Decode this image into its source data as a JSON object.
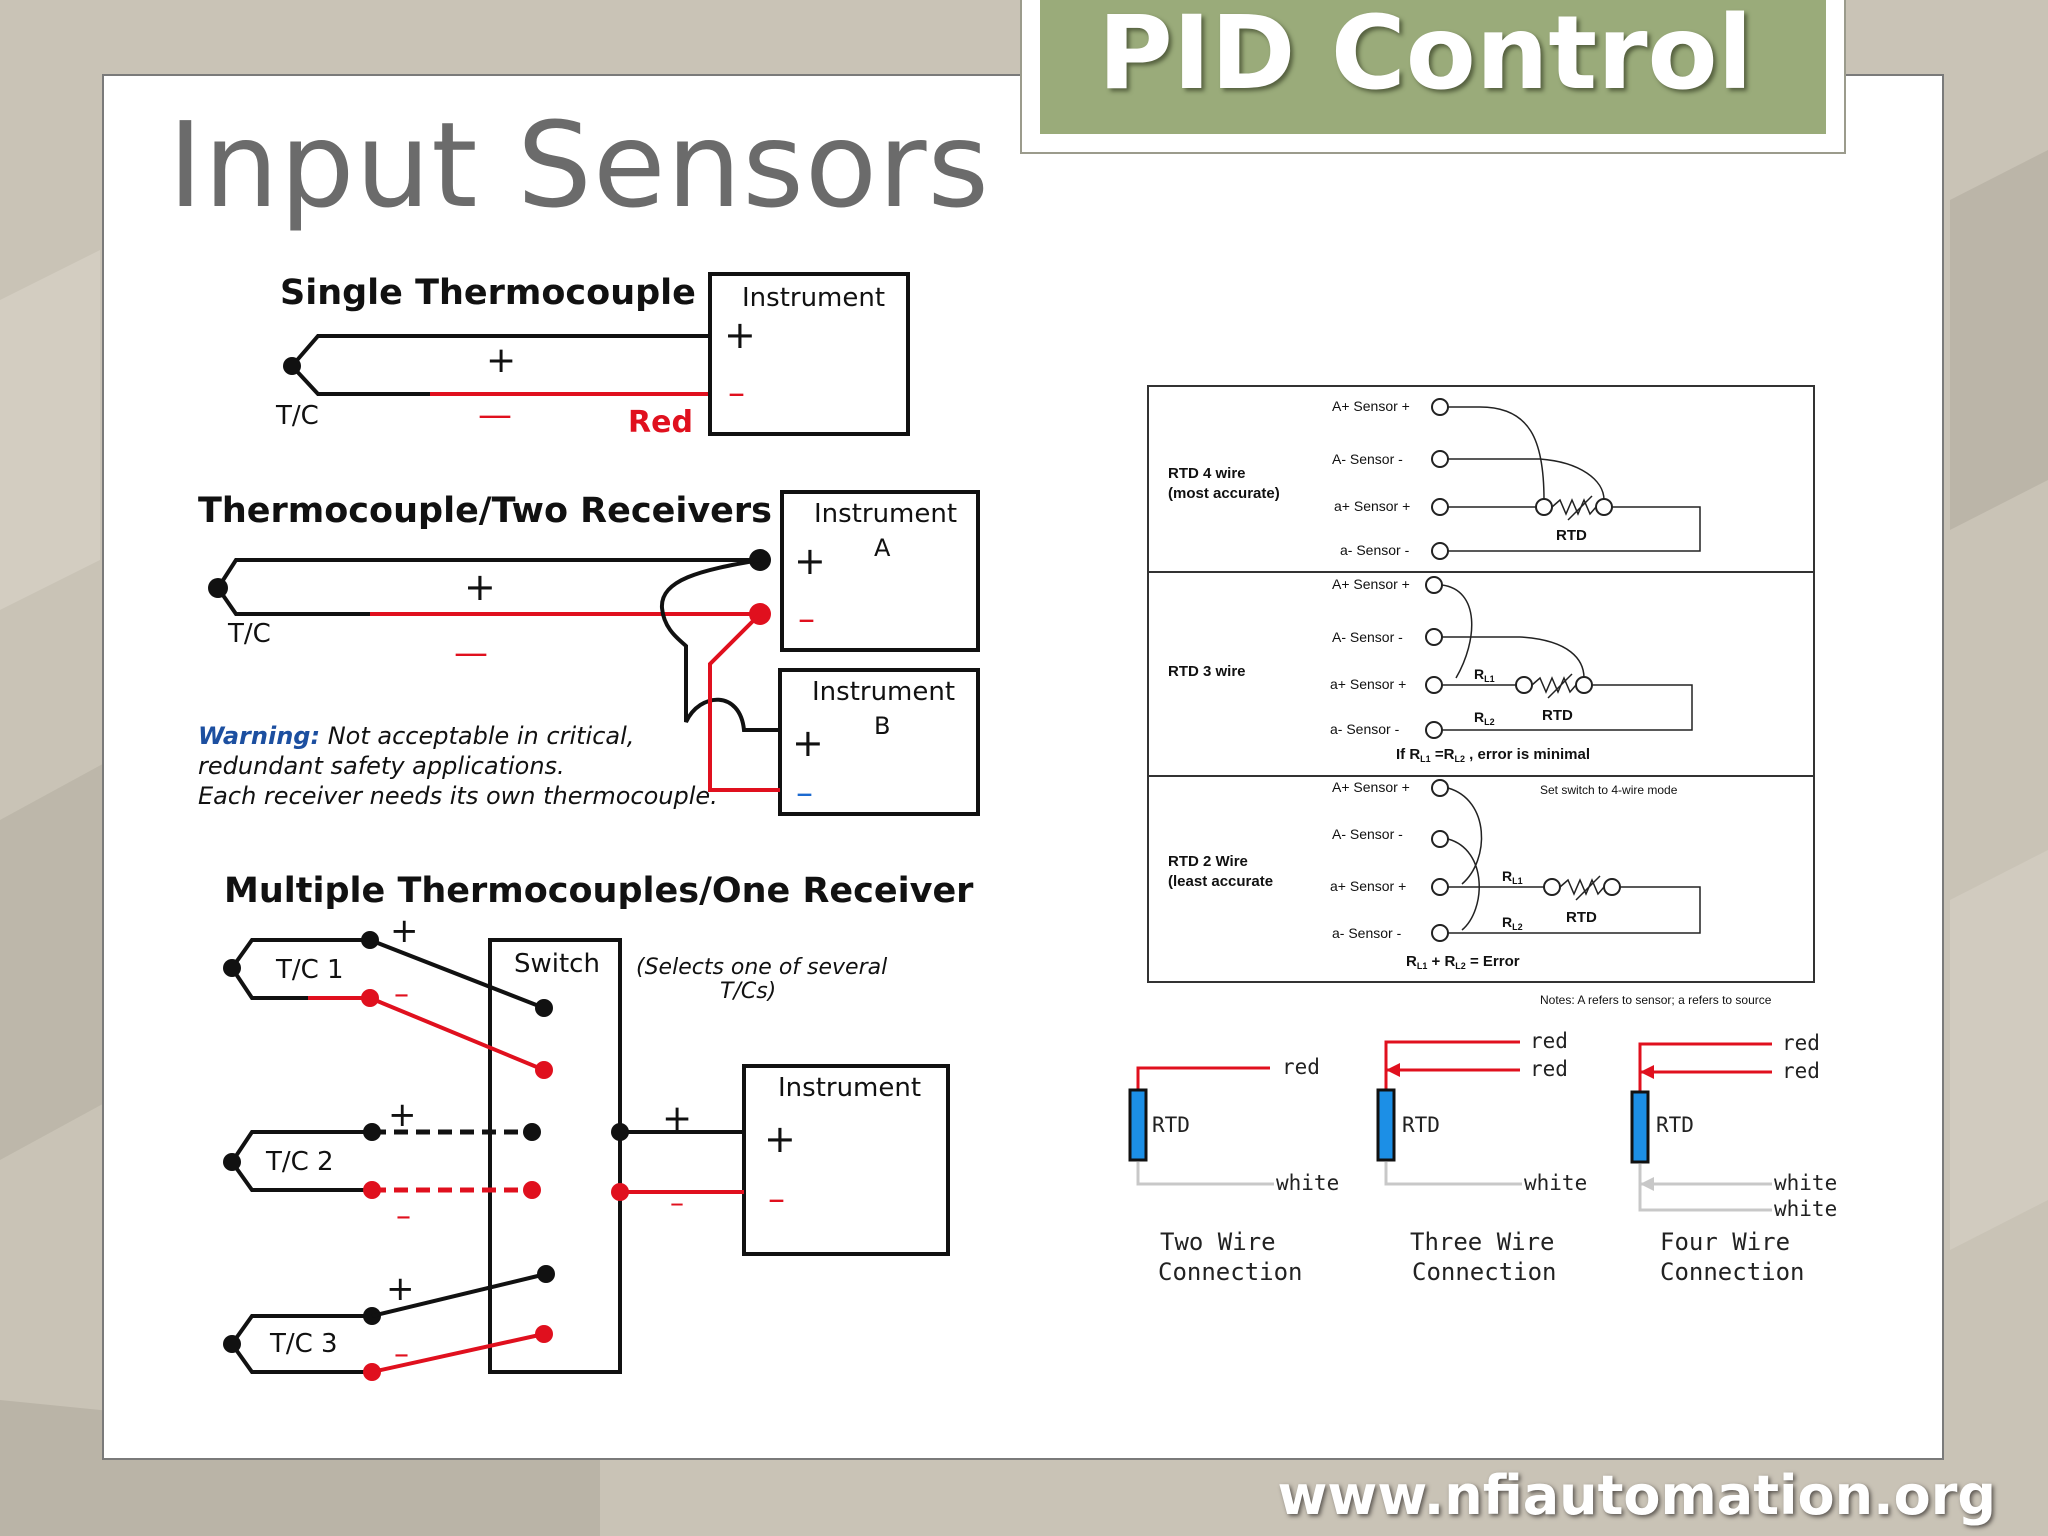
{
  "slide": {
    "title": "Input Sensors",
    "banner": "PID Control",
    "footer_url": "www.nfiautomation.org"
  },
  "single_tc": {
    "heading": "Single Thermocouple",
    "instrument": "Instrument",
    "plus": "+",
    "minus": "–",
    "tc_label": "T/C",
    "wire_plus": "+",
    "wire_minus": "—",
    "red_label": "Red"
  },
  "two_receivers": {
    "heading": "Thermocouple/Two Receivers",
    "instrument_a": "Instrument",
    "instrument_a_id": "A",
    "instrument_b": "Instrument",
    "instrument_b_id": "B",
    "plus": "+",
    "minus": "–",
    "tc_label": "T/C",
    "wire_plus": "+",
    "wire_minus": "—",
    "warning_label": "Warning:",
    "warning_line1": " Not acceptable in critical,",
    "warning_line2": "redundant safety applications.",
    "warning_line3": "Each receiver needs its own thermocouple."
  },
  "multi_tc": {
    "heading": "Multiple Thermocouples/One Receiver",
    "switch_label": "Switch",
    "switch_note_line1": "(Selects one of several",
    "switch_note_line2": "T/Cs)",
    "instrument": "Instrument",
    "tc1": "T/C 1",
    "tc2": "T/C 2",
    "tc3": "T/C 3",
    "plus": "+",
    "minus": "–"
  },
  "rtd_table": {
    "rows": [
      {
        "name_line1": "RTD 4 wire",
        "name_line2": "(most accurate)",
        "terminals": [
          "A+ Sensor +",
          "A- Sensor -",
          "a+ Sensor +",
          "a- Sensor -"
        ],
        "rtd_label": "RTD"
      },
      {
        "name_line1": "RTD 3 wire",
        "name_line2": "",
        "terminals": [
          "A+ Sensor +",
          "A- Sensor -",
          "a+ Sensor +",
          "a- Sensor -"
        ],
        "rl1": "R",
        "rl1_sub": "L1",
        "rl2": "R",
        "rl2_sub": "L2",
        "rtd_label": "RTD",
        "note_prefix": "If R",
        "note_sub1": "L1",
        "note_mid": " =R",
        "note_sub2": "L2",
        "note_suffix": " , error is minimal"
      },
      {
        "name_line1": "RTD 2 Wire",
        "name_line2": "(least accurate",
        "terminals": [
          "A+ Sensor +",
          "A- Sensor -",
          "a+ Sensor +",
          "a- Sensor -"
        ],
        "switch_note": "Set switch to 4-wire mode",
        "rl1": "R",
        "rl1_sub": "L1",
        "rl2": "R",
        "rl2_sub": "L2",
        "rtd_label": "RTD",
        "note_prefix": "R",
        "note_sub1": "L1",
        "note_mid": " + R",
        "note_sub2": "L2",
        "note_suffix": " = Error"
      }
    ],
    "notes": "Notes:  A refers to sensor;  a refers to source"
  },
  "wire_connections": {
    "two_wire": {
      "rtd": "RTD",
      "red": "red",
      "white": "white",
      "caption_line1": "Two  Wire",
      "caption_line2": "Connection"
    },
    "three_wire": {
      "rtd": "RTD",
      "red1": "red",
      "red2": "red",
      "white": "white",
      "caption_line1": "Three  Wire",
      "caption_line2": "Connection"
    },
    "four_wire": {
      "rtd": "RTD",
      "red1": "red",
      "red2": "red",
      "white1": "white",
      "white2": "white",
      "caption_line1": "Four  Wire",
      "caption_line2": "Connection"
    }
  },
  "colors": {
    "wire_red": "#e0101e",
    "rtd_blue": "#1c8fe6",
    "banner_green": "#9aab7a"
  }
}
